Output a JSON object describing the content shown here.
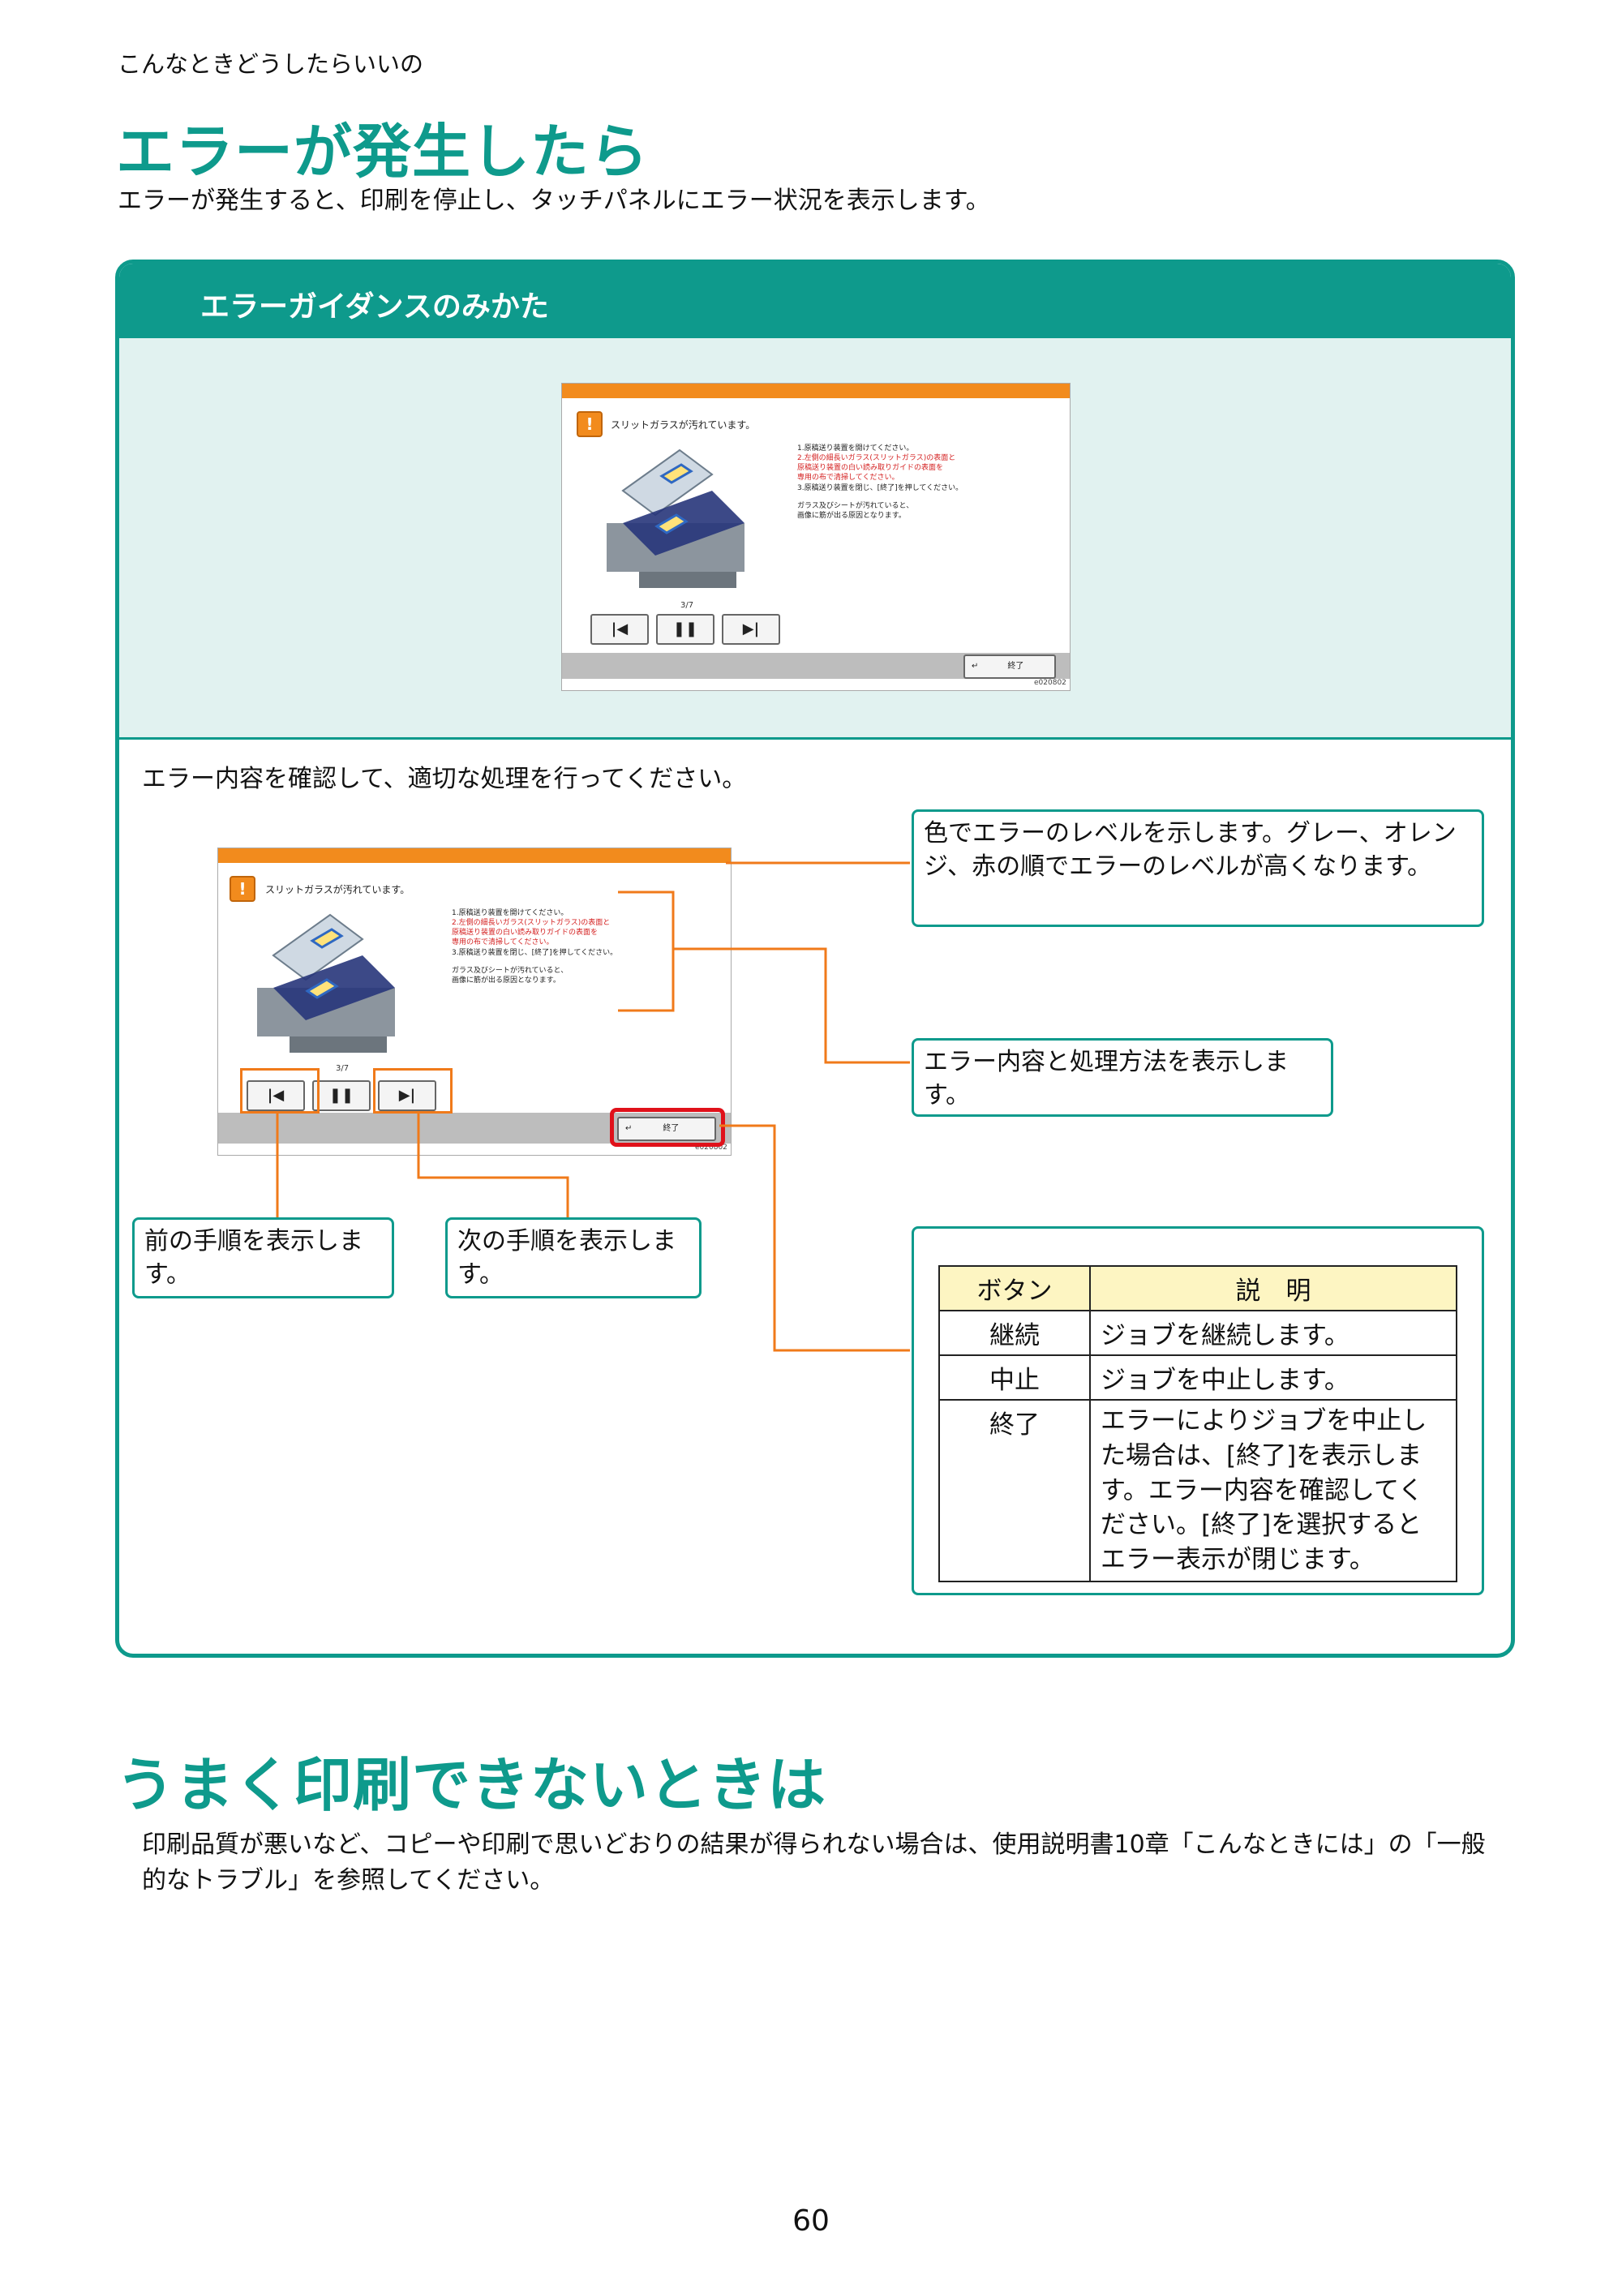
{
  "breadcrumb": "こんなときどうしたらいいの",
  "title": "エラーが発生したら",
  "intro": "エラーが発生すると、印刷を停止し、タッチパネルにエラー状況を表示します。",
  "panel": {
    "title": "エラーガイダンスのみかた",
    "screen": {
      "message": "スリットガラスが汚れています。",
      "step1": "1.原稿送り装置を開けてください。",
      "step2_line1": "2.左側の細長いガラス(スリットガラス)の表面と",
      "step2_line2": "原稿送り装置の白い読み取りガイドの表面を",
      "step2_line3": "専用の布で清掃してください。",
      "step3": "3.原稿送り装置を閉じ、[終了]を押してください。",
      "note_line1": "ガラス及びシートが汚れていると、",
      "note_line2": "画像に筋が出る原因となります。",
      "pager": "3/7",
      "end_button": "終了",
      "code": "e020802"
    },
    "guide_text": "エラー内容を確認して、適切な処理を行ってください。",
    "callouts": {
      "color": "色でエラーのレベルを示します。グレー、オレンジ、赤の順でエラーのレベルが高くなります。",
      "content": "エラー内容と処理方法を表示します。",
      "prev": "前の手順を表示します。",
      "next": "次の手順を表示します。"
    },
    "table": {
      "headers": [
        "ボタン",
        "説　明"
      ],
      "rows": [
        [
          "継続",
          "ジョブを継続します。"
        ],
        [
          "中止",
          "ジョブを中止します。"
        ],
        [
          "終了",
          "エラーによりジョブを中止した場合は、[終了]を表示します。エラー内容を確認してください。[終了]を選択するとエラー表示が閉じます。"
        ]
      ]
    }
  },
  "section2": {
    "title": "うまく印刷できないときは",
    "body": "印刷品質が悪いなど、コピーや印刷で思いどおりの結果が得られない場合は、使用説明書10章「こんなときには」の「一般的なトラブル」を参照してください。"
  },
  "page_number": "60",
  "colors": {
    "accent": "#0e9a8c",
    "band": "#e1f2f0",
    "orange": "#f28b1d",
    "line": "#f07a1a",
    "red": "#e0111a",
    "table_header": "#fdf5c2"
  },
  "icons": [
    "warning-icon",
    "skip-back-icon",
    "pause-icon",
    "skip-forward-icon",
    "return-icon"
  ]
}
